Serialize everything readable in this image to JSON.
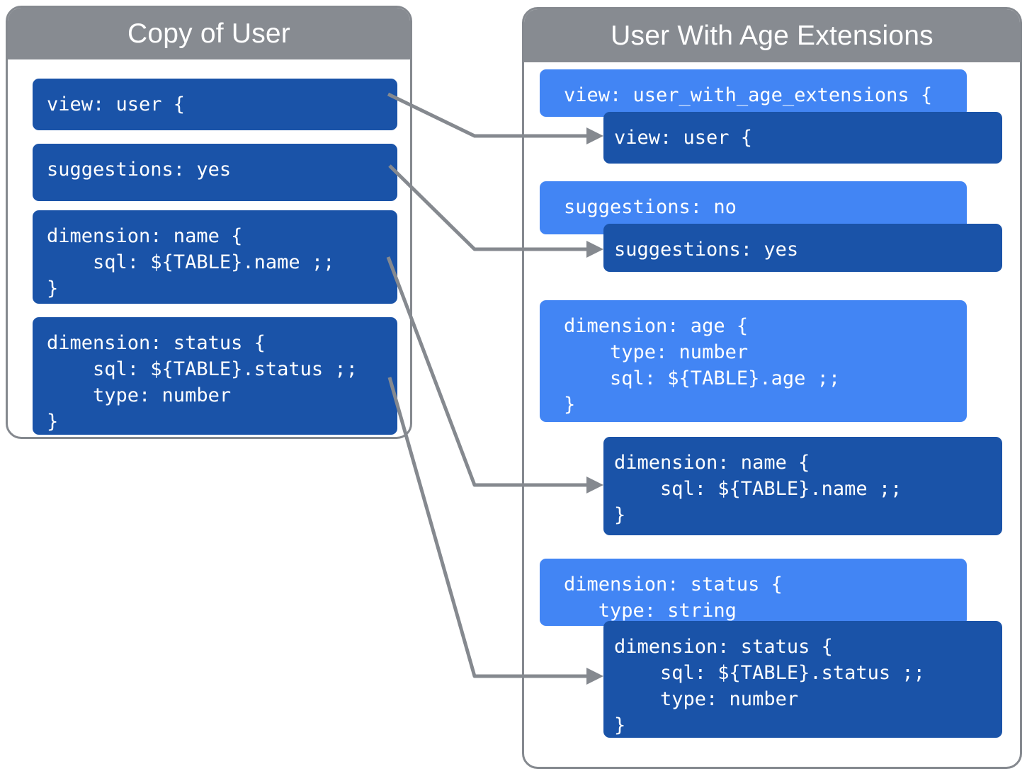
{
  "panels": {
    "left": {
      "title": "Copy of User",
      "blocks": [
        {
          "name": "view-block",
          "text": "view: user {"
        },
        {
          "name": "suggestions-block",
          "text": "suggestions: yes"
        },
        {
          "name": "dimension-name-block",
          "text": "dimension: name {\n    sql: ${TABLE}.name ;;\n}"
        },
        {
          "name": "dimension-status-block",
          "text": "dimension: status {\n    sql: ${TABLE}.status ;;\n    type: number\n}"
        }
      ]
    },
    "right": {
      "title": "User With Age Extensions",
      "blocks": [
        {
          "name": "view-extension-block",
          "variant": "light",
          "text": "view: user_with_age_extensions {"
        },
        {
          "name": "view-inherited-block",
          "variant": "dark",
          "text": "view: user {"
        },
        {
          "name": "suggestions-override-block",
          "variant": "light",
          "text": "suggestions: no"
        },
        {
          "name": "suggestions-inherited-block",
          "variant": "dark",
          "text": "suggestions: yes"
        },
        {
          "name": "dimension-age-block",
          "variant": "light",
          "text": "dimension: age {\n    type: number\n    sql: ${TABLE}.age ;;\n}"
        },
        {
          "name": "dimension-name-inherited-block",
          "variant": "dark",
          "text": "dimension: name {\n    sql: ${TABLE}.name ;;\n}"
        },
        {
          "name": "dimension-status-override-block",
          "variant": "light",
          "text": "dimension: status {\n   type: string"
        },
        {
          "name": "dimension-status-inherited-block",
          "variant": "dark",
          "text": "dimension: status {\n    sql: ${TABLE}.status ;;\n    type: number\n}"
        }
      ]
    }
  },
  "connectors": [
    {
      "name": "connector-view",
      "from": "view-block",
      "to": "view-inherited-block"
    },
    {
      "name": "connector-suggestions",
      "from": "suggestions-block",
      "to": "suggestions-inherited-block"
    },
    {
      "name": "connector-dimension-name",
      "from": "dimension-name-block",
      "to": "dimension-name-inherited-block"
    },
    {
      "name": "connector-dimension-status",
      "from": "dimension-status-block",
      "to": "dimension-status-inherited-block"
    }
  ],
  "colors": {
    "panel_border": "#85898f",
    "panel_header": "#878b91",
    "code_dark": "#1a53a8",
    "code_light": "#4285f4",
    "connector": "#85898f",
    "text": "#ffffff",
    "background": "#ffffff"
  }
}
